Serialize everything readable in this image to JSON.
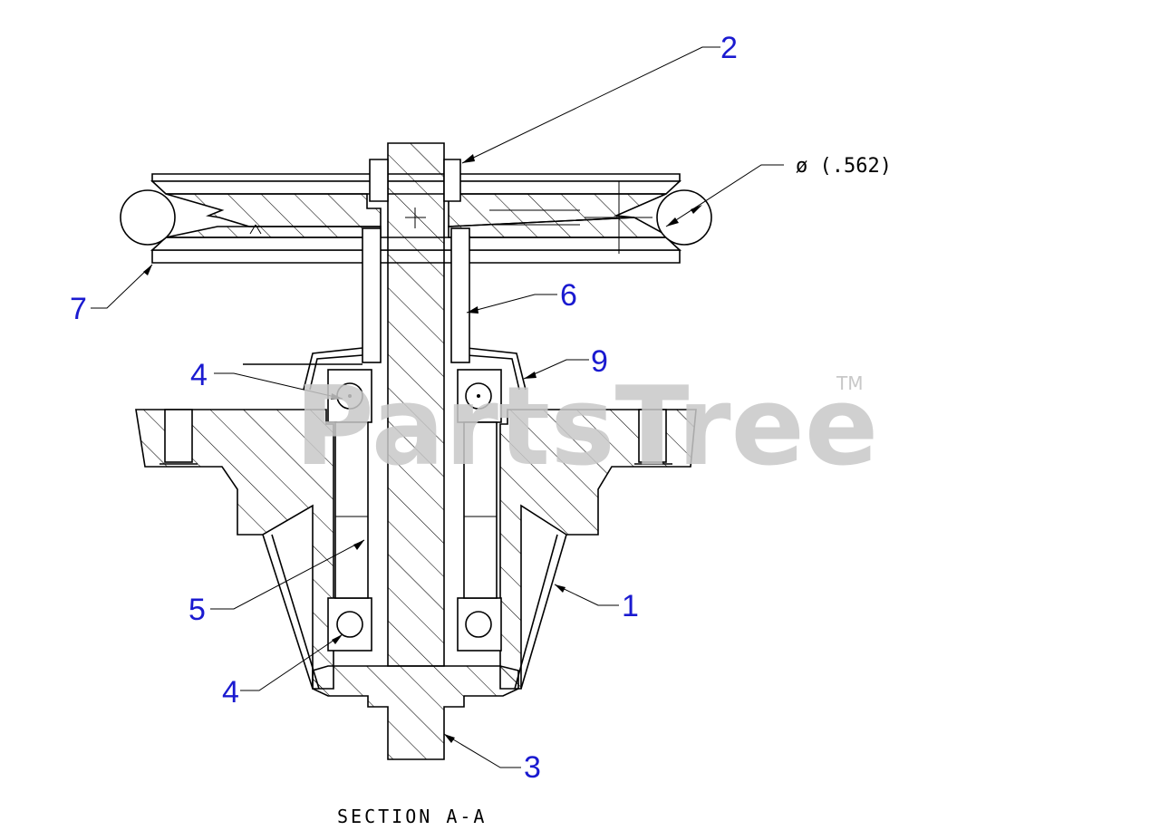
{
  "callouts": [
    {
      "id": "c1",
      "label": "1"
    },
    {
      "id": "c2",
      "label": "2"
    },
    {
      "id": "c3",
      "label": "3"
    },
    {
      "id": "c4a",
      "label": "4"
    },
    {
      "id": "c4b",
      "label": "4"
    },
    {
      "id": "c5",
      "label": "5"
    },
    {
      "id": "c6",
      "label": "6"
    },
    {
      "id": "c7",
      "label": "7"
    },
    {
      "id": "c9",
      "label": "9"
    }
  ],
  "dimension_label": "ø (.562)",
  "section_label": "SECTION A-A",
  "watermark": {
    "text": "PartsTree",
    "tm": "TM"
  },
  "colors": {
    "callout": "#1a1ad0",
    "line": "#000000",
    "watermark": "#c8c8c8"
  }
}
